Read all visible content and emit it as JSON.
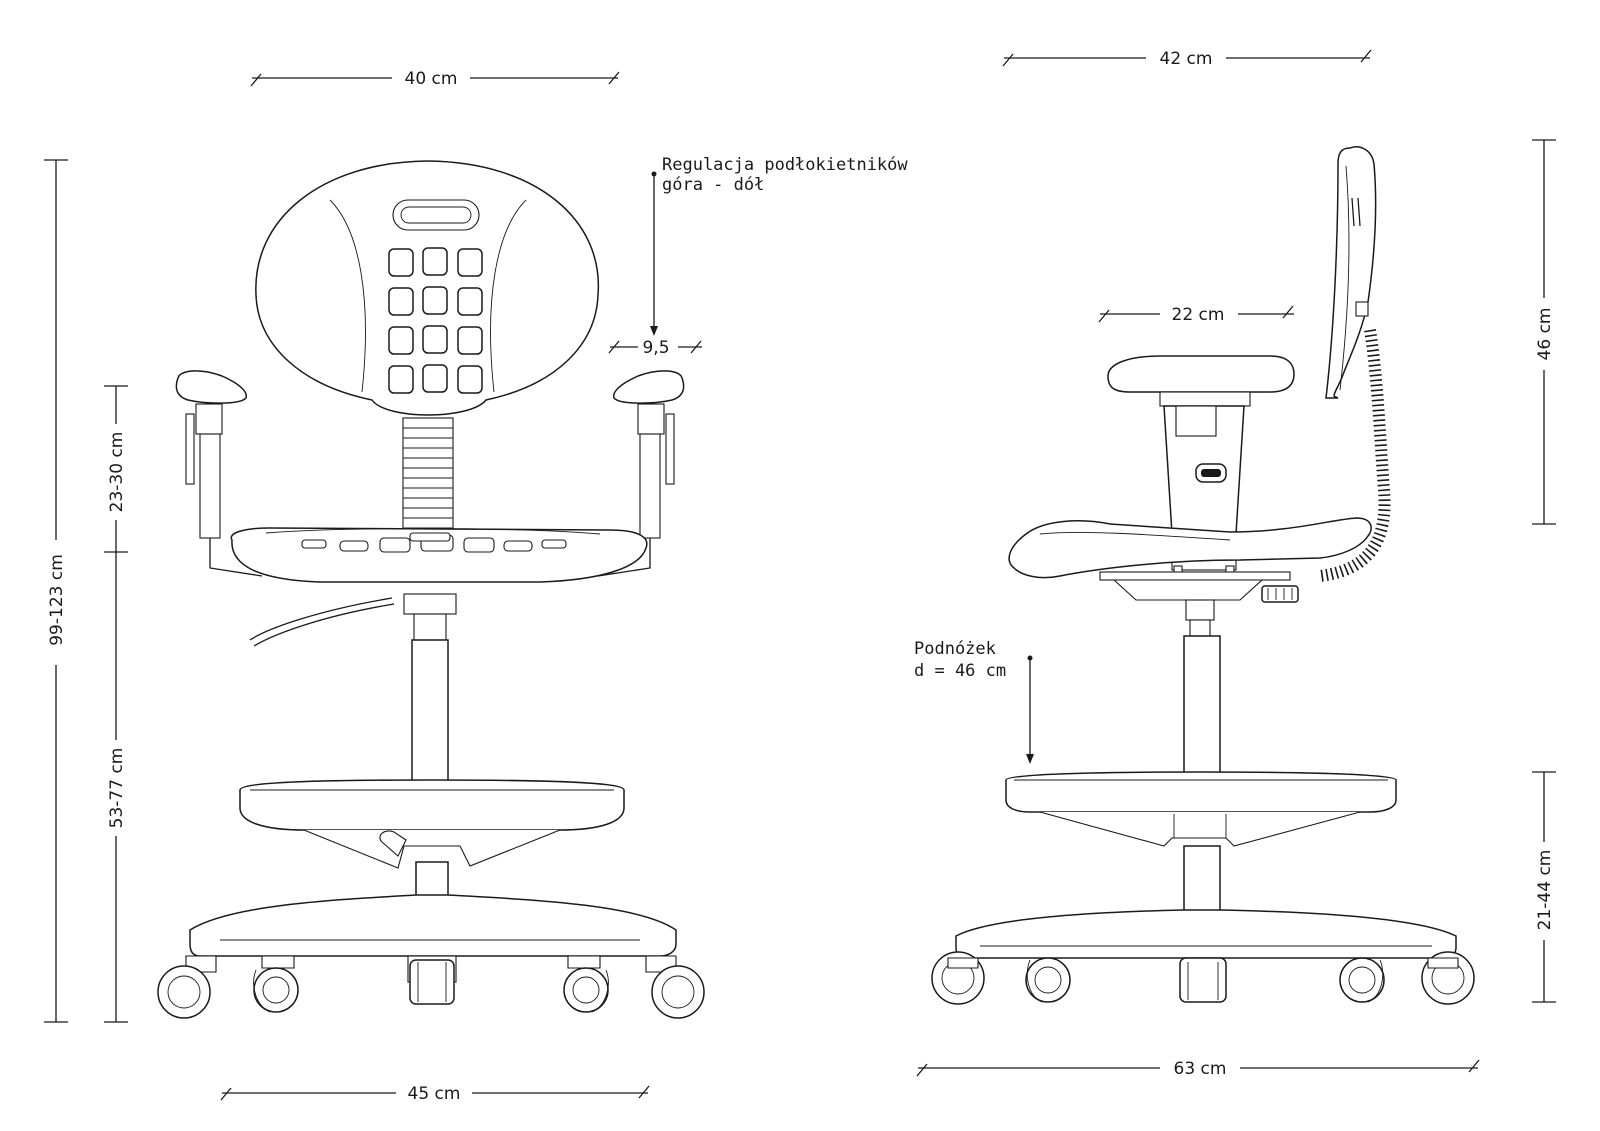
{
  "front_view": {
    "backrest_width": "40 cm",
    "base_width": "45 cm",
    "total_height": "99-123 cm",
    "armrest_height": "23-30 cm",
    "seat_height": "53-77 cm",
    "armrest_adjust_value": "9,5",
    "armrest_note_line1": "Regulacja podłokietników",
    "armrest_note_line2": "góra - dół"
  },
  "side_view": {
    "depth_top": "42 cm",
    "armrest_length": "22 cm",
    "backrest_height": "46 cm",
    "footrest_height": "21-44 cm",
    "base_depth": "63 cm",
    "footrest_note_line1": "Podnóżek",
    "footrest_note_line2": "d = 46 cm"
  },
  "colors": {
    "line": "#1a1a1a",
    "background": "#ffffff"
  }
}
